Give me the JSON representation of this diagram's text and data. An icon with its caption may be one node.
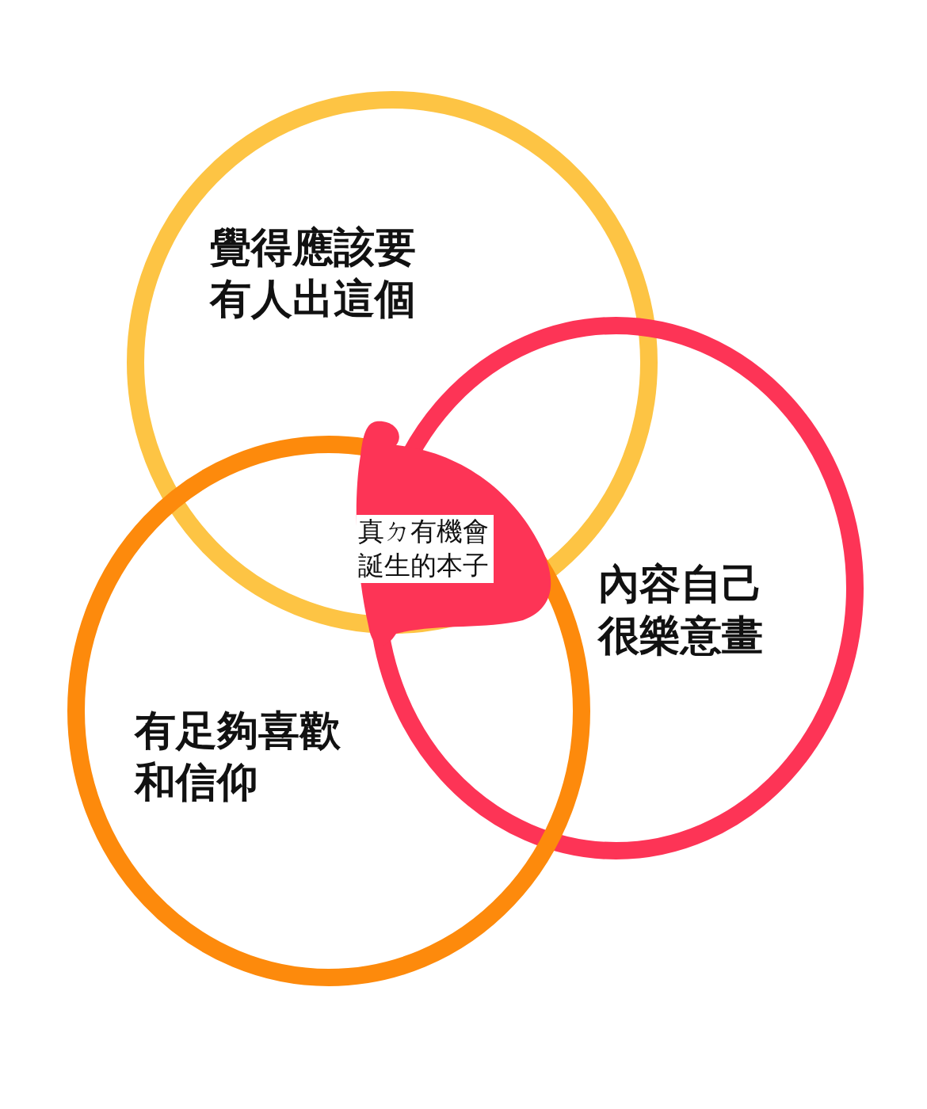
{
  "diagram": {
    "nodes": [
      {
        "text": [
          "覺得應該要有人出這個"
        ]
      },
      {
        "text": [
          "內容自己很樂意畫"
        ]
      },
      {
        "text": [
          "有足夠喜歡和信仰"
        ]
      },
      {
        "text": [
          "真ㄉ有機會誕生的本子"
        ]
      }
    ]
  }
}
